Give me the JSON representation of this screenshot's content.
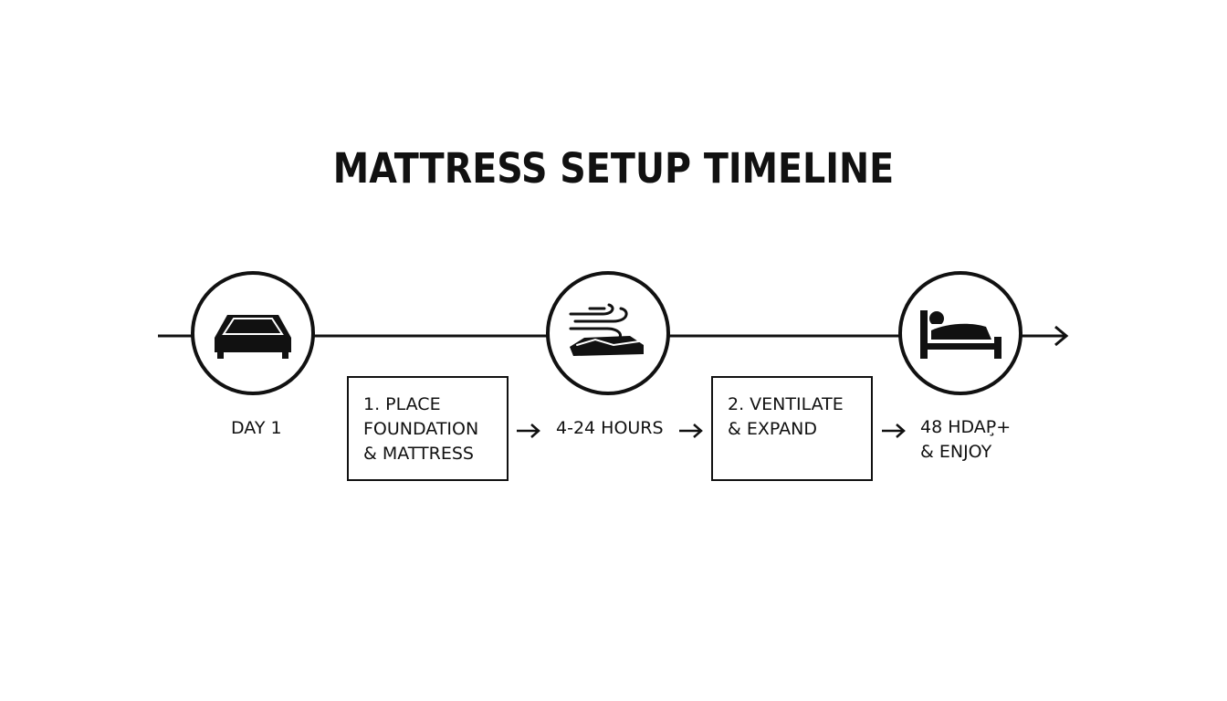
{
  "title": "MATTRESS SETUP TIMELINE",
  "milestones": [
    {
      "label": "DAY 1",
      "icon": "bed-frame-icon"
    },
    {
      "label": "4-24 HOURS",
      "icon": "ventilation-icon"
    },
    {
      "label": "48 HDAP̧+\n& ENJOY",
      "icon": "person-in-bed-icon"
    }
  ],
  "steps": [
    {
      "label": "1. PLACE\nFOUNDATION\n& MATTRESS"
    },
    {
      "label": "2. VENTILATE\n& EXPAND"
    }
  ],
  "colors": {
    "ink": "#111111",
    "background": "#ffffff"
  }
}
